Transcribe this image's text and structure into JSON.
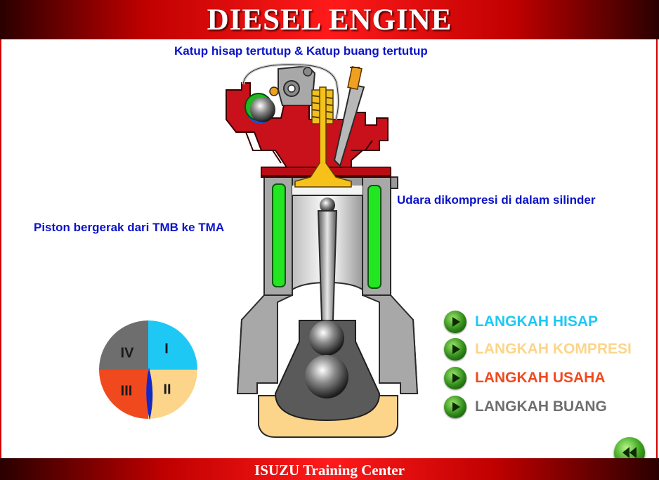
{
  "header": {
    "title": "DIESEL ENGINE"
  },
  "captions": {
    "valves": "Katup hisap tertutup & Katup buang tertutup",
    "air": "Udara dikompresi di dalam silinder",
    "piston": "Piston bergerak dari TMB ke TMA"
  },
  "stroke_wheel": {
    "quadrants": [
      {
        "label": "I",
        "color": "#1ec8f5"
      },
      {
        "label": "II",
        "color": "#fcd58a"
      },
      {
        "label": "III",
        "color": "#f0491e"
      },
      {
        "label": "IV",
        "color": "#6e6e6e"
      }
    ],
    "pointer_color": "#1228c8"
  },
  "menu": [
    {
      "label": "LANGKAH HISAP",
      "color": "#1ec8f5"
    },
    {
      "label": "LANGKAH KOMPRESI",
      "color": "#fcd58a"
    },
    {
      "label": "LANGKAH USAHA",
      "color": "#f0491e"
    },
    {
      "label": "LANGKAH BUANG",
      "color": "#6e6e6e"
    }
  ],
  "footer": {
    "text": "ISUZU Training Center"
  }
}
